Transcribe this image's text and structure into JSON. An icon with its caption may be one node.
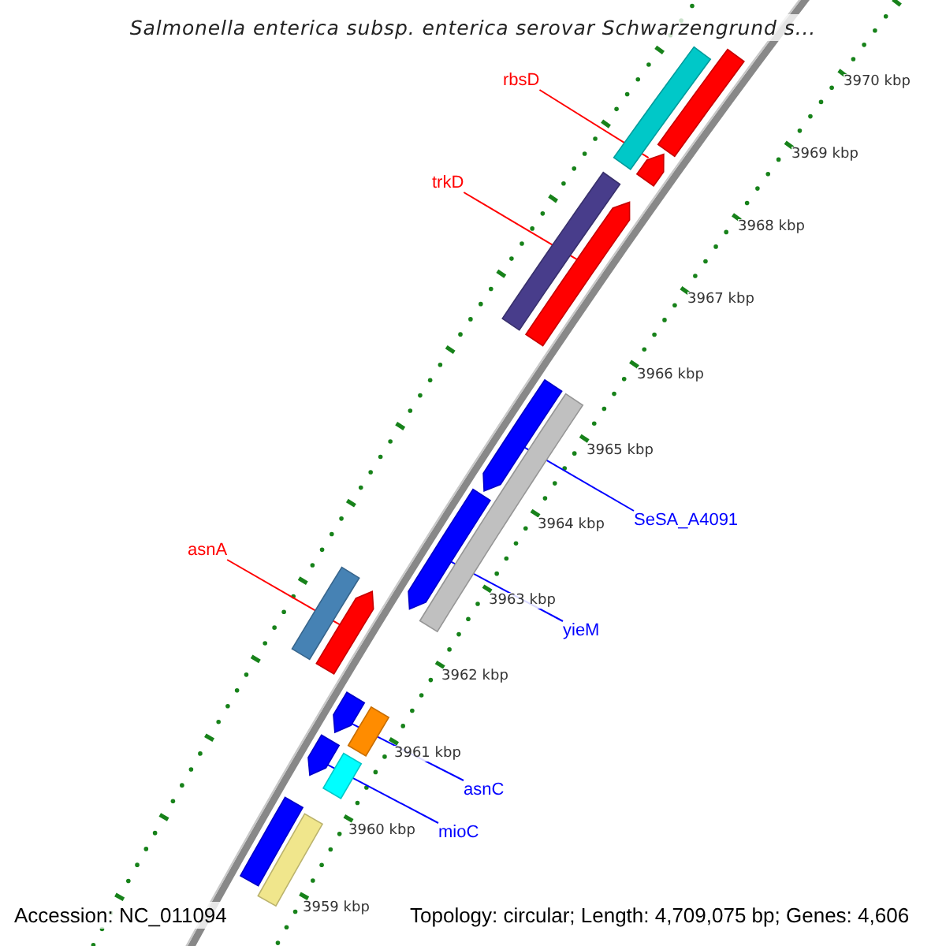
{
  "diagram": {
    "title": "Salmonella enterica subsp. enterica serovar Schwarzengrund s...",
    "nodes": [
      {
        "text": [
          "rbsD"
        ]
      },
      {
        "text": [],
        "shape": "bar"
      },
      {
        "text": [
          "trkD"
        ]
      },
      {
        "text": [],
        "shape": "bar"
      },
      {
        "text": [
          "SeSA_A4091"
        ]
      },
      {
        "text": [],
        "shape": "bar"
      },
      {
        "text": [
          "asnA"
        ]
      },
      {
        "text": [],
        "shape": "bar"
      },
      {
        "text": [
          "yieM"
        ]
      },
      {
        "text": [],
        "shape": "bar"
      },
      {
        "text": [
          "asnC"
        ]
      },
      {
        "text": [],
        "shape": "bar"
      },
      {
        "text": [
          "mioC"
        ]
      },
      {
        "text": [],
        "shape": "bar"
      },
      {
        "text": [],
        "shape": "bar"
      },
      {
        "text": [],
        "shape": "bar"
      },
      {
        "text": [],
        "shape": "bar"
      },
      {
        "text": [],
        "shape": "bar"
      },
      {
        "text": [],
        "shape": "bar"
      },
      {
        "text": [],
        "shape": "bar"
      },
      {
        "text": [],
        "shape": "bar"
      },
      {
        "text": [],
        "shape": "bar"
      },
      {
        "text": [],
        "shape": "bar"
      }
    ],
    "edges": [
      {
        "from": 0,
        "to": 1,
        "arrow": "none",
        "color": "#ff0000"
      },
      {
        "from": 2,
        "to": 3,
        "arrow": "none",
        "color": "#ff0000"
      },
      {
        "from": 4,
        "to": 5,
        "arrow": "none"
      },
      {
        "from": 6,
        "to": 7,
        "arrow": "none",
        "color": "#ff0000"
      },
      {
        "from": 8,
        "to": 9,
        "arrow": "none"
      },
      {
        "from": 10,
        "to": 11,
        "arrow": "none"
      },
      {
        "from": 12,
        "to": 13,
        "arrow": "none"
      }
    ],
    "labels": [
      "3970 kbp",
      "3969 kbp",
      "3968 kbp",
      "3967 kbp",
      "3966 kbp",
      "3965 kbp",
      "3964 kbp",
      "3963 kbp",
      "3962 kbp",
      "3961 kbp",
      "3960 kbp",
      "3959 kbp",
      "Accession: NC_011094",
      "Topology: circular; Length: 4,709,075 bp; Genes: 4,606"
    ]
  }
}
